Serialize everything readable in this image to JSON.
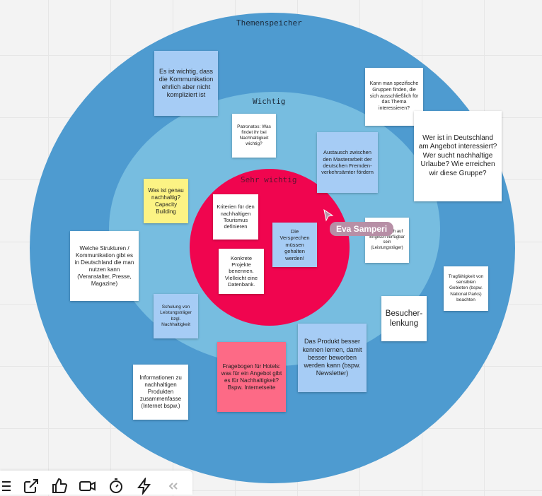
{
  "rings": {
    "outer_label": "Themenspeicher",
    "middle_label": "Wichtig",
    "inner_label": "Sehr wichtig"
  },
  "notes": {
    "n01": "Es ist wichtig, dass die Kommunikation ehrlich aber nicht kompliziert ist",
    "n02": "Kann man spezifische Gruppen finden, die sich ausschließlich für das Thema interessieren?",
    "n03": "Wer ist in Deutschland am Angebot interessiert? Wer sucht nachhaltige Urlaube? Wie erreichen wir diese Gruppe?",
    "n04": "Patronatos: Was findet ihr bei Nachhaltigkeit wichtig?",
    "n05": "Austausch zwischen den Masterarbeit der deutschen Fremden-verkehrsämter fördern",
    "n06": "Was ist genau nachhaltig? Capacity Building",
    "n07": "Kriterien für den nachhaltigen Tourismus definieren",
    "n08": "Die Versprechen müssen gehalten werden!",
    "n09": "Konkrete Projekte benennen. Vielleicht eine Datenbank.",
    "n10": "...onen ...sch auf Englisch verfügbar sein (Leistungsträger)",
    "n11": "Welche Strukturen / Kommunikation gibt es in Deutschland die man nutzen kann (Veranstalter, Presse, Magazine)",
    "n12": "Tragfähigkeit von sensiblen Gebieten (bspw. National Parks) beachten",
    "n13": "Schulung von Leistungsträger bzgl. Nachhaltigkeit",
    "n14": "Besucher-lenkung",
    "n15": "Das Produkt besser kennen lernen, damit besser beworben werden kann (bspw. Newsletter)",
    "n16": "Fragebogen für Hotels: was für ein Angebot gibt es für Nachhaltigkeit? Bspw. Internetseite",
    "n17": "Informationen zu nachhaltigen Produkten zusammenfasse (Internet bspw.)"
  },
  "cursor": {
    "user_name": "Eva Samperi",
    "color": "#b78fa6"
  },
  "toolbar": {
    "icons": [
      "list-icon",
      "share-icon",
      "thumbs-up-icon",
      "video-icon",
      "timer-icon",
      "lightning-icon",
      "collapse-icon"
    ]
  },
  "colors": {
    "outer_ring": "#4e9bd0",
    "middle_ring": "#77bde0",
    "inner_ring": "#f0054f",
    "note_white": "#ffffff",
    "note_blue": "#a6ccf5",
    "note_yellow": "#fcf384",
    "note_pink": "#fd6a86"
  }
}
